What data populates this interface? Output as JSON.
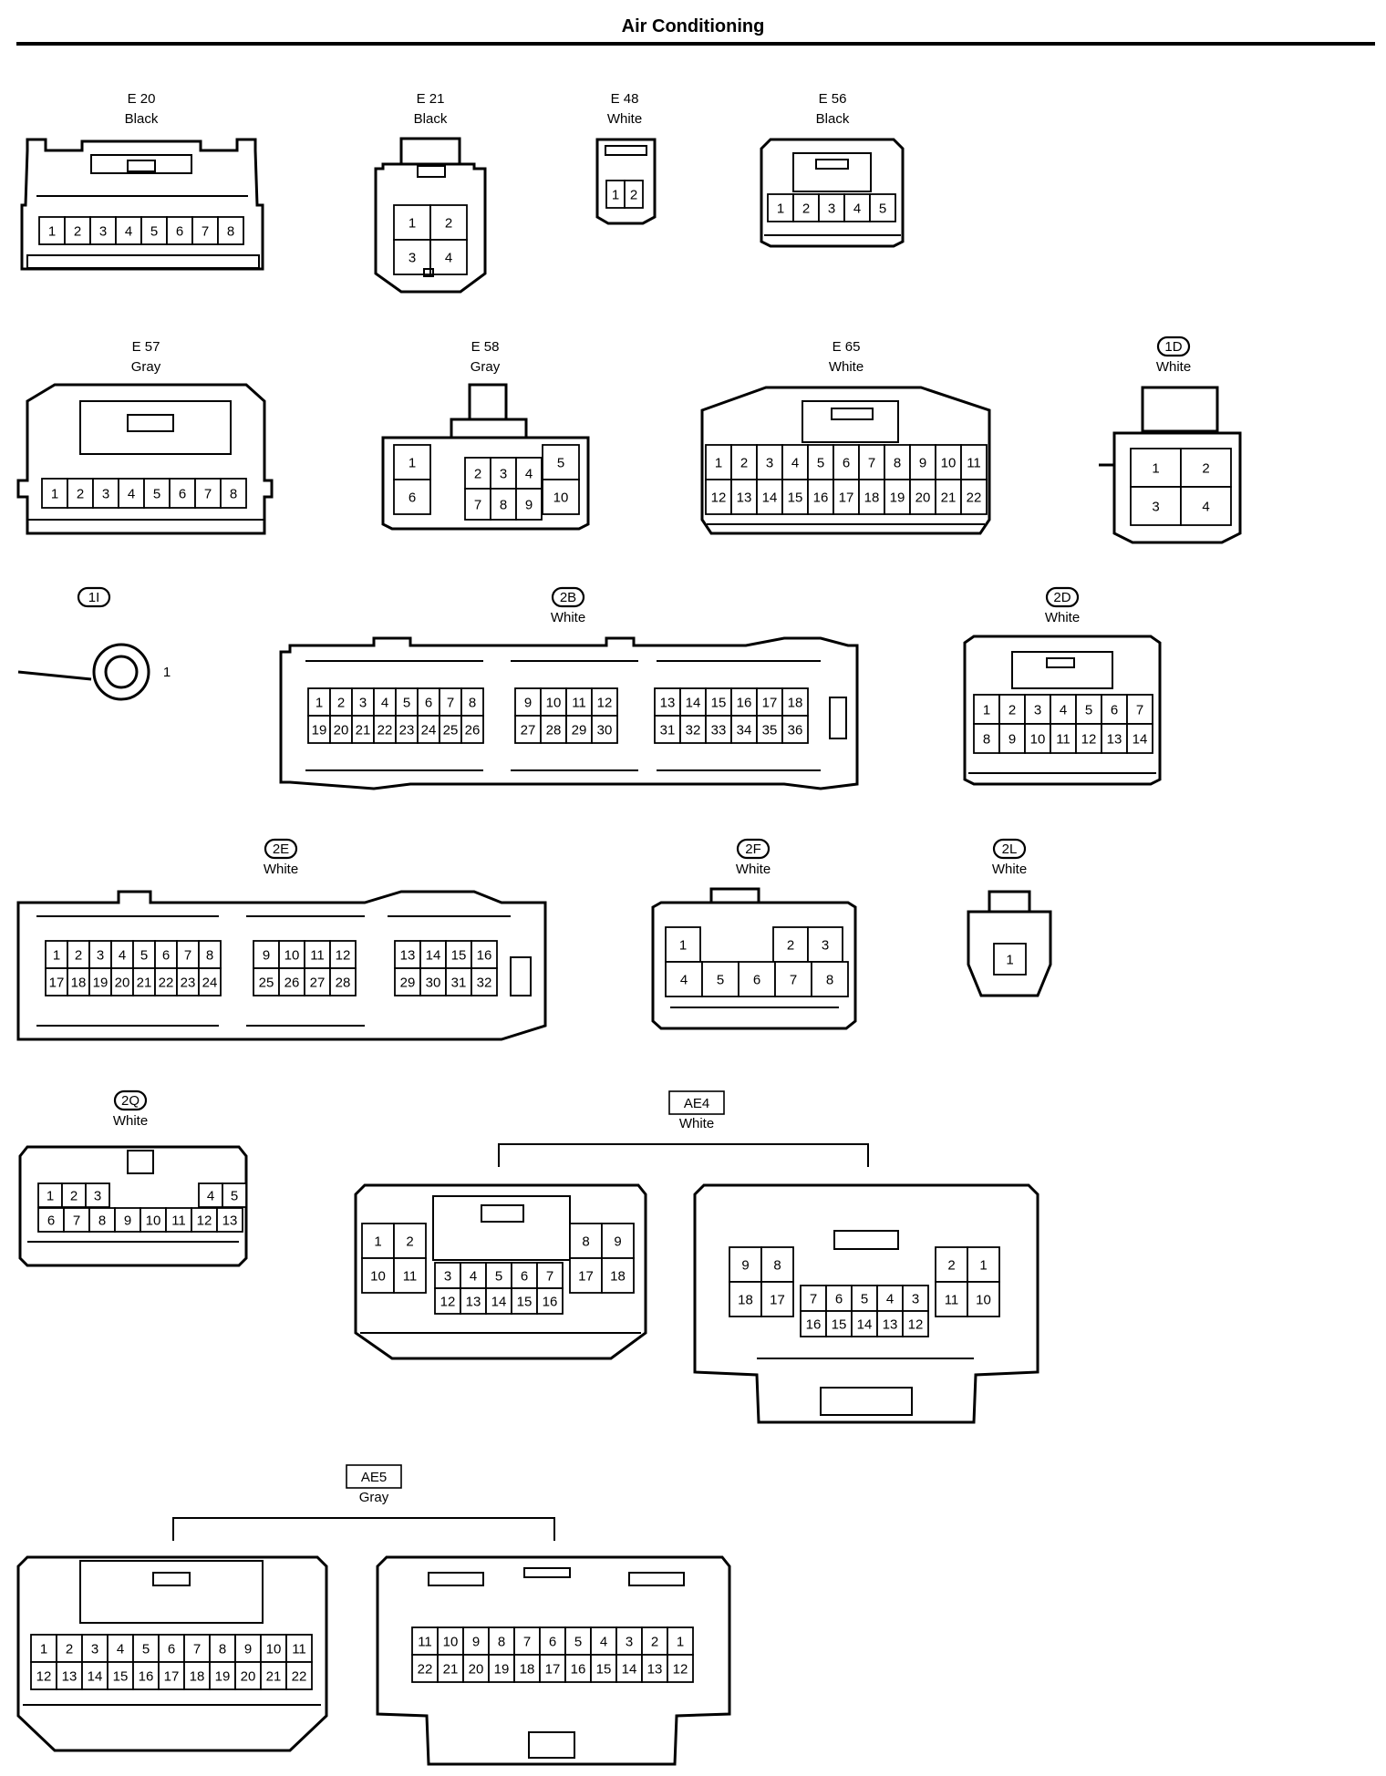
{
  "title": "Air Conditioning",
  "connectors": [
    {
      "id": "e20",
      "name": "E 20",
      "label_style": "plain",
      "color": "Black",
      "groups": [
        {
          "rows": [
            [
              "1",
              "2",
              "3",
              "4",
              "5",
              "6",
              "7",
              "8"
            ]
          ]
        }
      ]
    },
    {
      "id": "e21",
      "name": "E 21",
      "label_style": "plain",
      "color": "Black",
      "groups": [
        {
          "rows": [
            [
              "1",
              "2"
            ],
            [
              "3",
              "4"
            ]
          ]
        }
      ]
    },
    {
      "id": "e48",
      "name": "E 48",
      "label_style": "plain",
      "color": "White",
      "groups": [
        {
          "rows": [
            [
              "1",
              "2"
            ]
          ]
        }
      ]
    },
    {
      "id": "e56",
      "name": "E 56",
      "label_style": "plain",
      "color": "Black",
      "groups": [
        {
          "rows": [
            [
              "1",
              "2",
              "3",
              "4",
              "5"
            ]
          ]
        }
      ]
    },
    {
      "id": "e57",
      "name": "E 57",
      "label_style": "plain",
      "color": "Gray",
      "groups": [
        {
          "rows": [
            [
              "1",
              "2",
              "3",
              "4",
              "5",
              "6",
              "7",
              "8"
            ]
          ]
        }
      ]
    },
    {
      "id": "e58",
      "name": "E 58",
      "label_style": "plain",
      "color": "Gray",
      "groups": [
        {
          "rows": [
            [
              "1"
            ],
            [
              "6"
            ]
          ]
        },
        {
          "rows": [
            [
              "2",
              "3",
              "4"
            ],
            [
              "7",
              "8",
              "9"
            ]
          ]
        },
        {
          "rows": [
            [
              "5"
            ],
            [
              "10"
            ]
          ]
        }
      ]
    },
    {
      "id": "e65",
      "name": "E 65",
      "label_style": "plain",
      "color": "White",
      "groups": [
        {
          "rows": [
            [
              "1",
              "2",
              "3",
              "4",
              "5",
              "6",
              "7",
              "8",
              "9",
              "10",
              "11"
            ],
            [
              "12",
              "13",
              "14",
              "15",
              "16",
              "17",
              "18",
              "19",
              "20",
              "21",
              "22"
            ]
          ]
        }
      ]
    },
    {
      "id": "c1d",
      "name": "1D",
      "label_style": "pill",
      "color": "White",
      "groups": [
        {
          "rows": [
            [
              "1",
              "2"
            ],
            [
              "3",
              "4"
            ]
          ]
        }
      ]
    },
    {
      "id": "c1i",
      "name": "1I",
      "label_style": "pill",
      "color": "",
      "terminal_label": "1",
      "groups": []
    },
    {
      "id": "c2b",
      "name": "2B",
      "label_style": "pill",
      "color": "White",
      "groups": [
        {
          "rows": [
            [
              "1",
              "2",
              "3",
              "4",
              "5",
              "6",
              "7",
              "8"
            ],
            [
              "19",
              "20",
              "21",
              "22",
              "23",
              "24",
              "25",
              "26"
            ]
          ]
        },
        {
          "rows": [
            [
              "9",
              "10",
              "11",
              "12"
            ],
            [
              "27",
              "28",
              "29",
              "30"
            ]
          ]
        },
        {
          "rows": [
            [
              "13",
              "14",
              "15",
              "16",
              "17",
              "18"
            ],
            [
              "31",
              "32",
              "33",
              "34",
              "35",
              "36"
            ]
          ]
        }
      ]
    },
    {
      "id": "c2d",
      "name": "2D",
      "label_style": "pill",
      "color": "White",
      "groups": [
        {
          "rows": [
            [
              "1",
              "2",
              "3",
              "4",
              "5",
              "6",
              "7"
            ],
            [
              "8",
              "9",
              "10",
              "11",
              "12",
              "13",
              "14"
            ]
          ]
        }
      ]
    },
    {
      "id": "c2e",
      "name": "2E",
      "label_style": "pill",
      "color": "White",
      "groups": [
        {
          "rows": [
            [
              "1",
              "2",
              "3",
              "4",
              "5",
              "6",
              "7",
              "8"
            ],
            [
              "17",
              "18",
              "19",
              "20",
              "21",
              "22",
              "23",
              "24"
            ]
          ]
        },
        {
          "rows": [
            [
              "9",
              "10",
              "11",
              "12"
            ],
            [
              "25",
              "26",
              "27",
              "28"
            ]
          ]
        },
        {
          "rows": [
            [
              "13",
              "14",
              "15",
              "16"
            ],
            [
              "29",
              "30",
              "31",
              "32"
            ]
          ]
        }
      ]
    },
    {
      "id": "c2f",
      "name": "2F",
      "label_style": "pill",
      "color": "White",
      "groups": [
        {
          "rows": [
            [
              "1"
            ]
          ]
        },
        {
          "rows": [
            [
              "2",
              "3"
            ]
          ]
        },
        {
          "rows": [
            [
              "4",
              "5",
              "6",
              "7",
              "8"
            ]
          ]
        }
      ]
    },
    {
      "id": "c2l",
      "name": "2L",
      "label_style": "pill",
      "color": "White",
      "groups": [
        {
          "rows": [
            [
              "1"
            ]
          ]
        }
      ]
    },
    {
      "id": "c2q",
      "name": "2Q",
      "label_style": "pill",
      "color": "White",
      "groups": [
        {
          "rows": [
            [
              "1",
              "2",
              "3"
            ]
          ]
        },
        {
          "rows": [
            [
              "4",
              "5"
            ]
          ]
        },
        {
          "rows": [
            [
              "6",
              "7",
              "8",
              "9",
              "10",
              "11",
              "12",
              "13"
            ]
          ]
        }
      ]
    },
    {
      "id": "ae4",
      "name": "AE4",
      "label_style": "box",
      "color": "White",
      "views": [
        {
          "groups": [
            {
              "rows": [
                [
                  "1",
                  "2"
                ],
                [
                  "10",
                  "11"
                ]
              ]
            },
            {
              "rows": [
                [
                  "3",
                  "4",
                  "5",
                  "6",
                  "7"
                ],
                [
                  "12",
                  "13",
                  "14",
                  "15",
                  "16"
                ]
              ]
            },
            {
              "rows": [
                [
                  "8",
                  "9"
                ],
                [
                  "17",
                  "18"
                ]
              ]
            }
          ]
        },
        {
          "groups": [
            {
              "rows": [
                [
                  "9",
                  "8"
                ],
                [
                  "18",
                  "17"
                ]
              ]
            },
            {
              "rows": [
                [
                  "7",
                  "6",
                  "5",
                  "4",
                  "3"
                ],
                [
                  "16",
                  "15",
                  "14",
                  "13",
                  "12"
                ]
              ]
            },
            {
              "rows": [
                [
                  "2",
                  "1"
                ],
                [
                  "11",
                  "10"
                ]
              ]
            }
          ]
        }
      ]
    },
    {
      "id": "ae5",
      "name": "AE5",
      "label_style": "box",
      "color": "Gray",
      "views": [
        {
          "groups": [
            {
              "rows": [
                [
                  "1",
                  "2",
                  "3",
                  "4",
                  "5",
                  "6",
                  "7",
                  "8",
                  "9",
                  "10",
                  "11"
                ],
                [
                  "12",
                  "13",
                  "14",
                  "15",
                  "16",
                  "17",
                  "18",
                  "19",
                  "20",
                  "21",
                  "22"
                ]
              ]
            }
          ]
        },
        {
          "groups": [
            {
              "rows": [
                [
                  "11",
                  "10",
                  "9",
                  "8",
                  "7",
                  "6",
                  "5",
                  "4",
                  "3",
                  "2",
                  "1"
                ],
                [
                  "22",
                  "21",
                  "20",
                  "19",
                  "18",
                  "17",
                  "16",
                  "15",
                  "14",
                  "13",
                  "12"
                ]
              ]
            }
          ]
        }
      ]
    }
  ]
}
